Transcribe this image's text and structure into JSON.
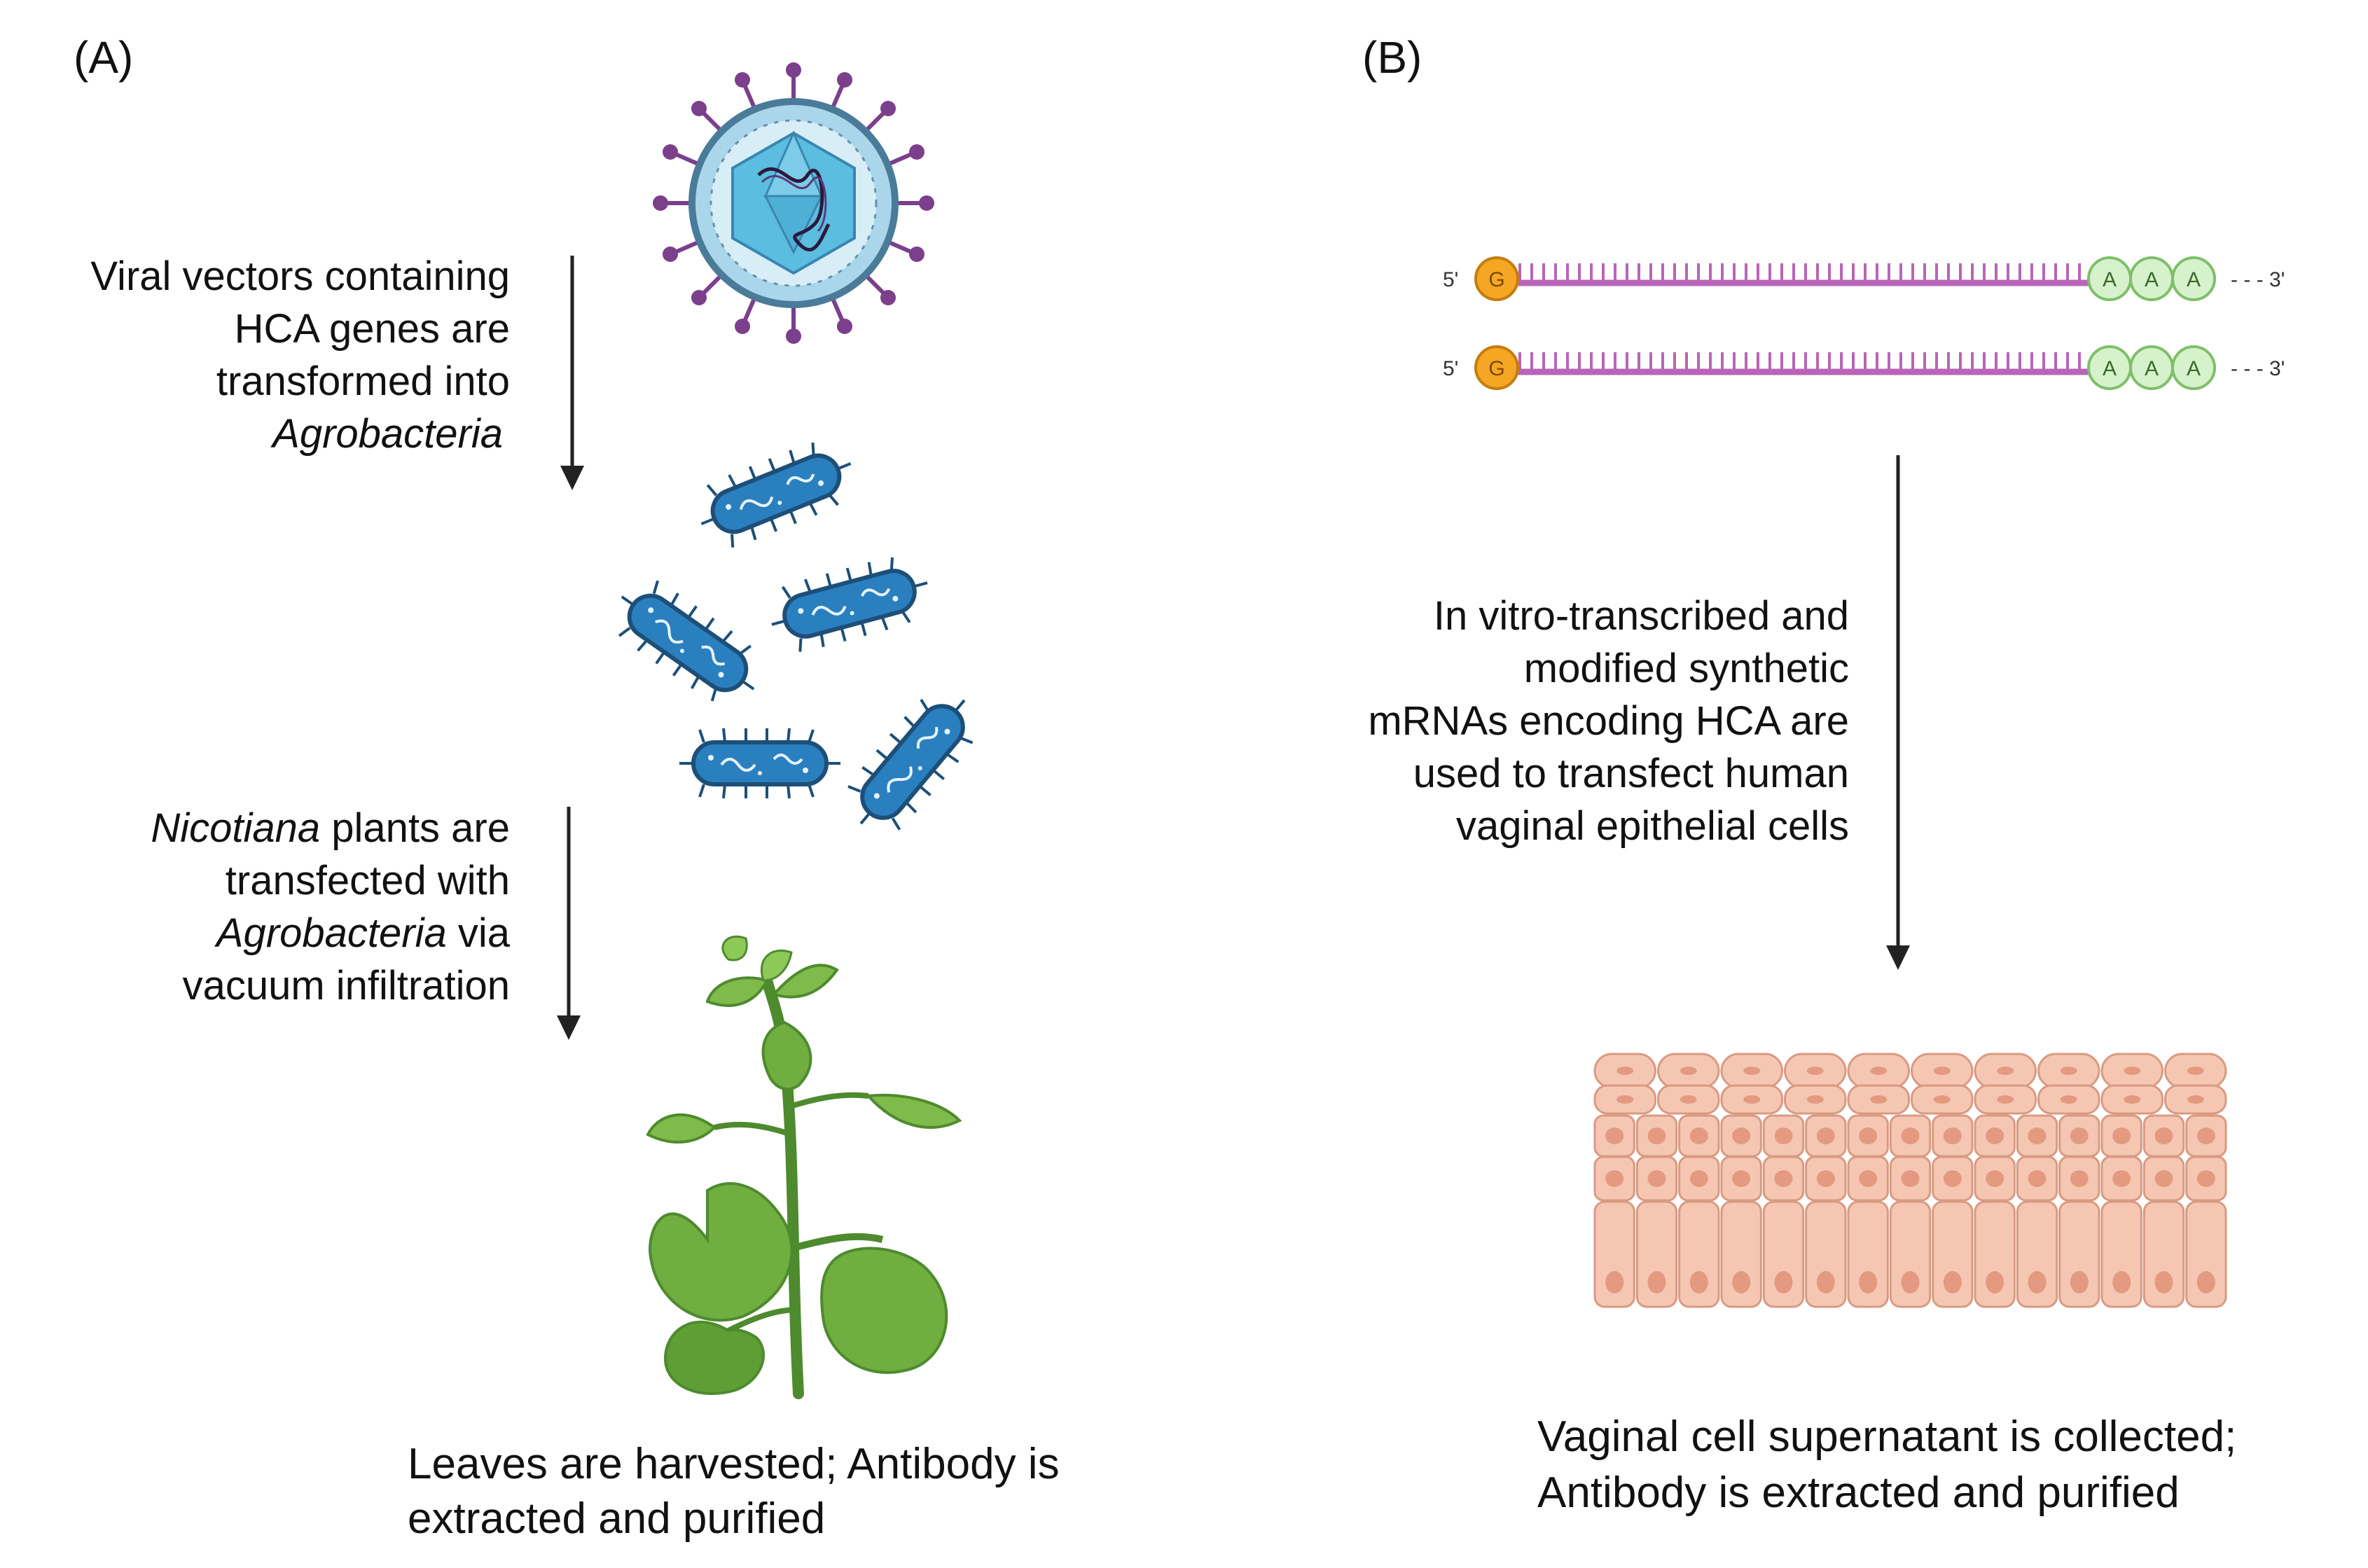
{
  "panel_a": {
    "label": "(A)",
    "step1": [
      "Viral vectors containing",
      "HCA genes are",
      "transformed into",
      "Agrobacteria"
    ],
    "step2": [
      [
        {
          "t": "Nicotiana",
          "i": true
        },
        {
          "t": " plants are",
          "i": false
        }
      ],
      [
        {
          "t": "transfected with",
          "i": false
        }
      ],
      [
        {
          "t": "Agrobacteria",
          "i": true
        },
        {
          "t": " via",
          "i": false
        }
      ],
      [
        {
          "t": "vacuum infiltration",
          "i": false
        }
      ]
    ],
    "result": [
      "Leaves are harvested; Antibody is",
      "extracted and purified"
    ]
  },
  "panel_b": {
    "label": "(B)",
    "mrna": {
      "five_prime": "5'",
      "cap": "G",
      "polyA": [
        "A",
        "A",
        "A"
      ],
      "three_prime": "- - - 3'"
    },
    "step": [
      "In vitro-transcribed and",
      "modified synthetic",
      "mRNAs encoding HCA are",
      "used to transfect human",
      "vaginal epithelial cells"
    ],
    "result": [
      "Vaginal cell supernatant is collected;",
      "Antibody is extracted and purified"
    ]
  },
  "icons": [
    "virus-icon",
    "agrobacteria-icon",
    "nicotiana-plant-icon",
    "mrna-strand-icon",
    "vaginal-epithelium-icon"
  ],
  "colors": {
    "virus_spike": "#7b3f8c",
    "virus_capsid": "#5bbde0",
    "bacteria": "#2a7fbf",
    "plant_leaf": "#6fae3f",
    "mrna_backbone": "#b865b8",
    "cap": "#f5a623",
    "polyA": "#d6f2cc",
    "epithelium": "#f5c7b3"
  }
}
